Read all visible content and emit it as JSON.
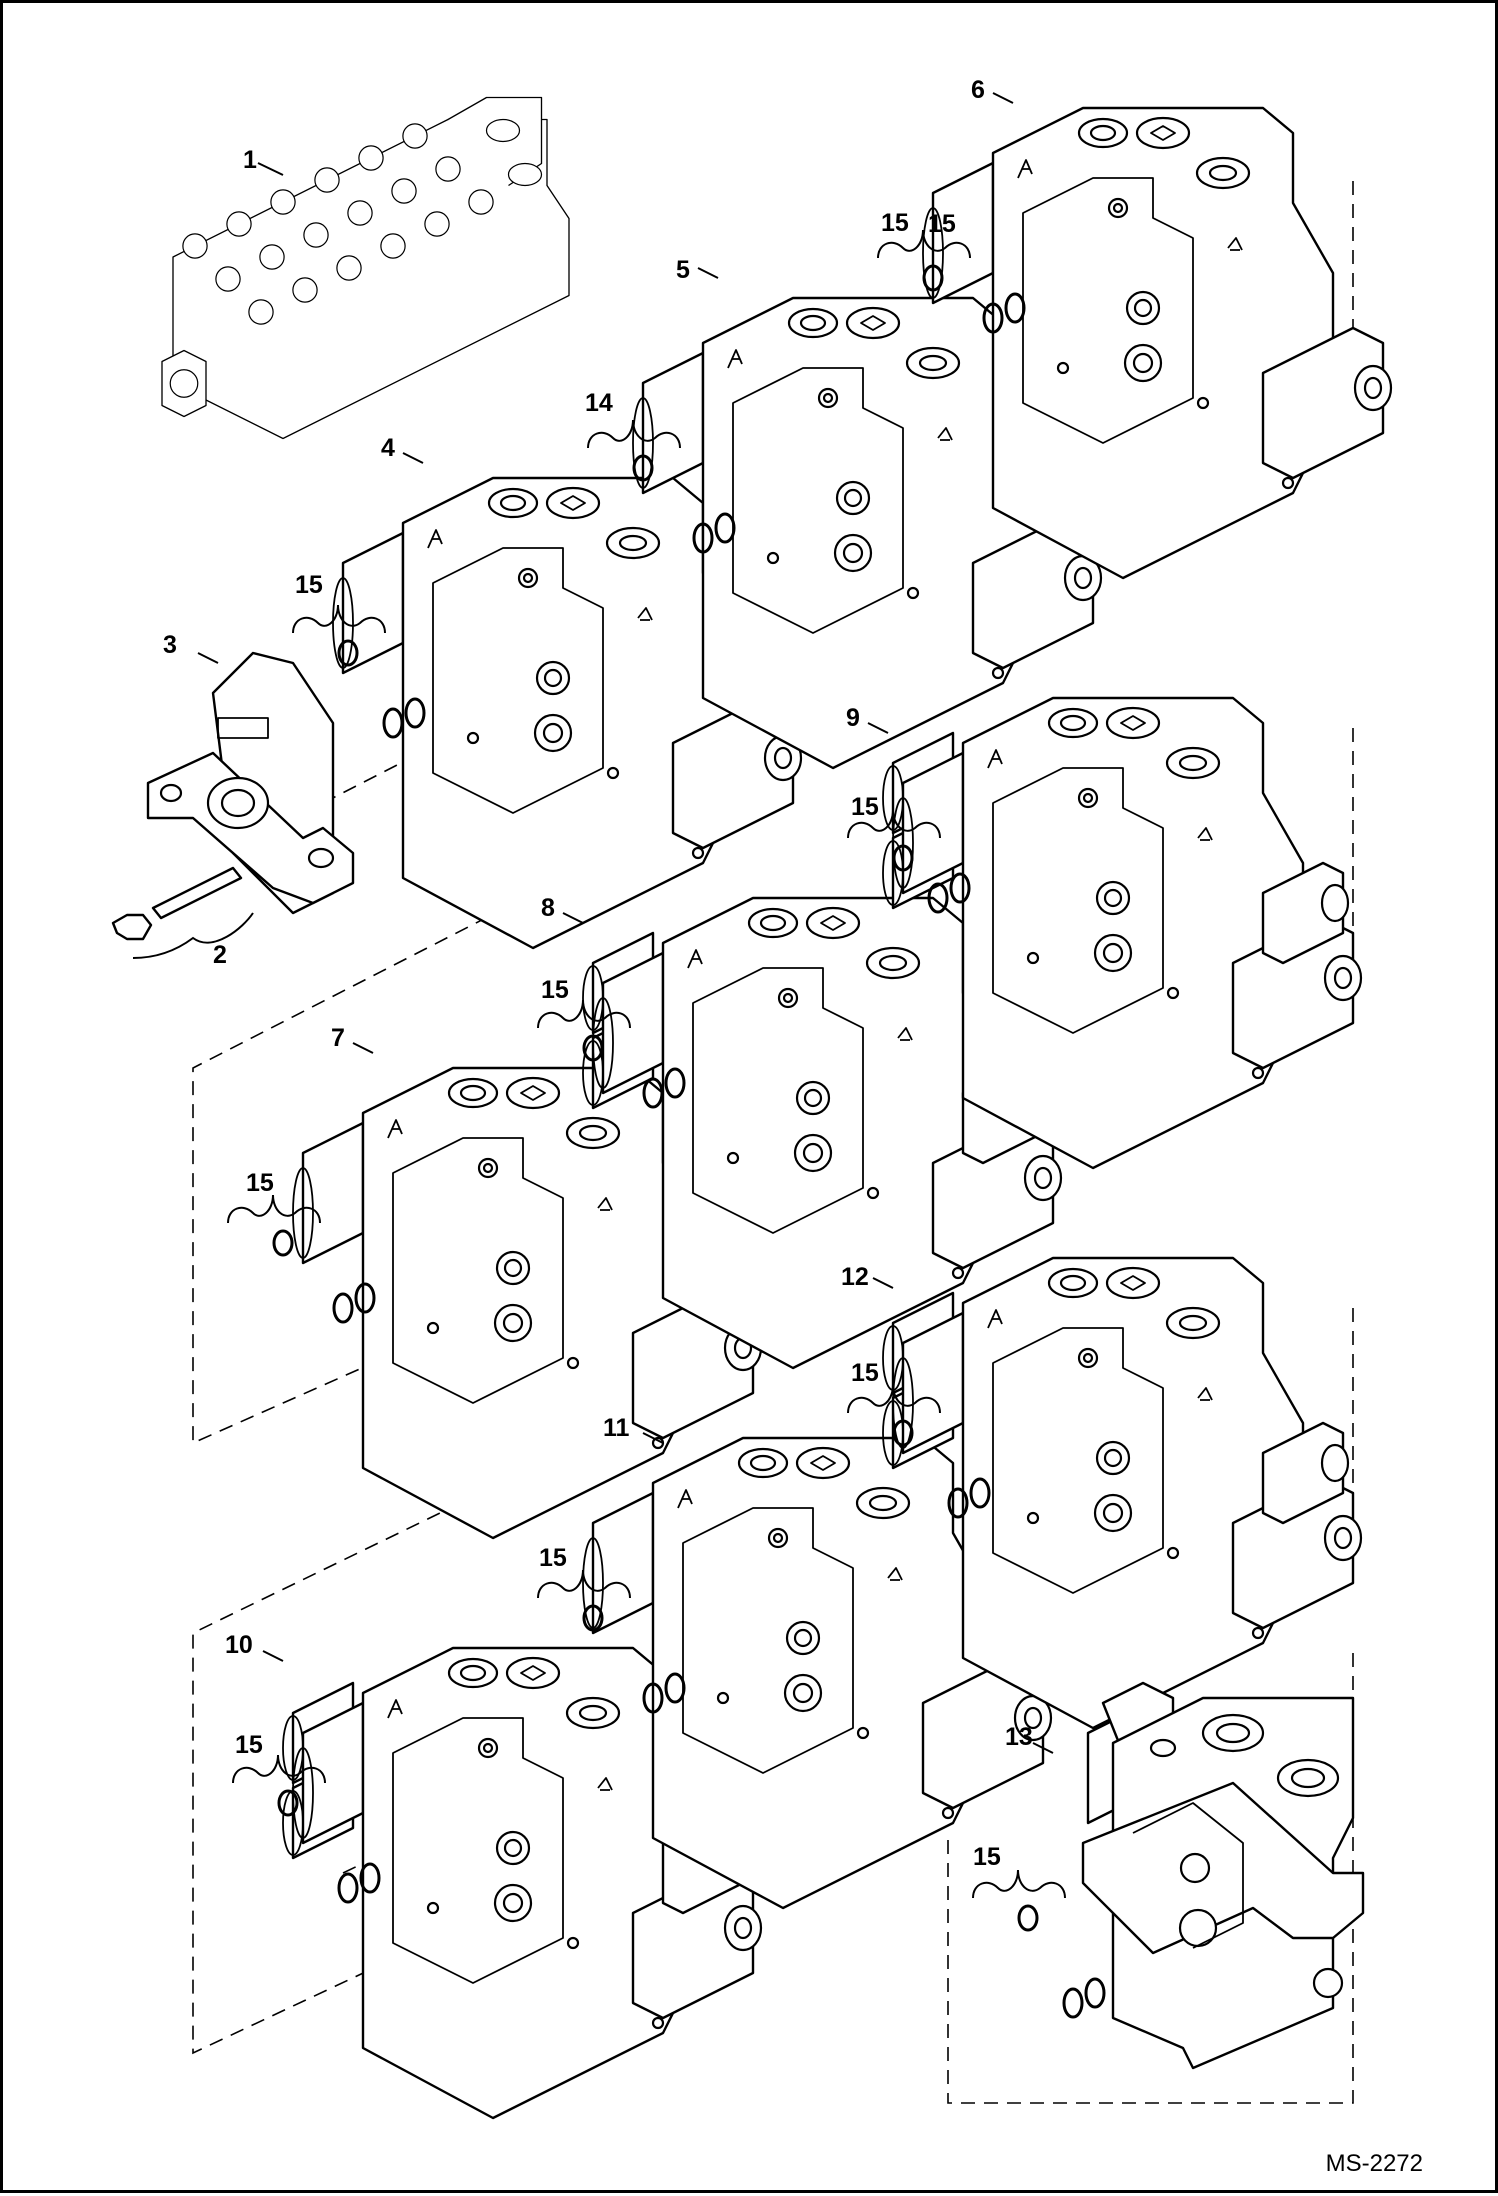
{
  "drawing_code": "MS-2272",
  "callouts": [
    {
      "label": "1"
    },
    {
      "label": "2"
    },
    {
      "label": "3"
    },
    {
      "label": "4"
    },
    {
      "label": "5"
    },
    {
      "label": "6"
    },
    {
      "label": "7"
    },
    {
      "label": "8"
    },
    {
      "label": "9"
    },
    {
      "label": "10"
    },
    {
      "label": "11"
    },
    {
      "label": "12"
    },
    {
      "label": "13"
    },
    {
      "label": "14"
    },
    {
      "label": "15"
    },
    {
      "label": "15"
    },
    {
      "label": "15"
    },
    {
      "label": "15"
    },
    {
      "label": "15"
    },
    {
      "label": "15"
    },
    {
      "label": "15"
    },
    {
      "label": "15"
    },
    {
      "label": "15"
    },
    {
      "label": "15"
    }
  ]
}
